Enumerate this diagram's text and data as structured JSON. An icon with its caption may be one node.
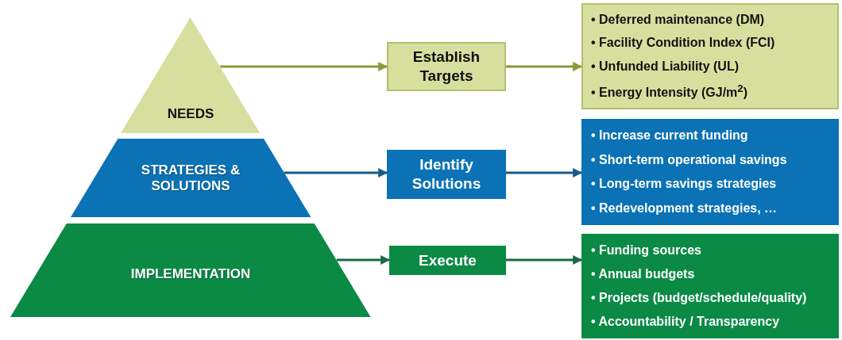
{
  "diagram": {
    "nodes": [
      {
        "text": [
          "NEEDS"
        ]
      },
      {
        "text": [
          "STRATEGIES & SOLUTIONS"
        ]
      },
      {
        "text": [
          "IMPLEMENTATION"
        ]
      },
      {
        "text": [
          "Establish Targets"
        ]
      },
      {
        "text": [
          "Identify Solutions"
        ]
      },
      {
        "text": [
          "Execute"
        ]
      },
      {
        "text": [
          "• Deferred maintenance (DM)",
          "• Facility Condition Index (FCI)",
          "• Unfunded Liability (UL)",
          "• Energy Intensity (GJ/m$^{2}$)"
        ]
      },
      {
        "text": [
          "• Increase current funding",
          "• Short-term operational savings",
          "• Long-term savings strategies",
          "• Redevelopment strategies, …"
        ]
      },
      {
        "text": [
          "• Funding sources",
          "• Annual budgets",
          "• Projects (budget/schedule/quality)",
          "• Accountability / Transparency"
        ]
      }
    ],
    "edges": [
      {
        "from": 0,
        "to": 3,
        "arrow": "to",
        "color": "#8a9a3a"
      },
      {
        "from": 3,
        "to": 6,
        "arrow": "to",
        "color": "#8a9a3a"
      },
      {
        "from": 1,
        "to": 4,
        "arrow": "to",
        "color": "#1a5a8a"
      },
      {
        "from": 4,
        "to": 7,
        "arrow": "to",
        "color": "#1a5a8a"
      },
      {
        "from": 2,
        "to": 5,
        "arrow": "to",
        "color": "#1a6a40"
      },
      {
        "from": 5,
        "to": 8,
        "arrow": "to",
        "color": "#1a6a40"
      }
    ]
  }
}
